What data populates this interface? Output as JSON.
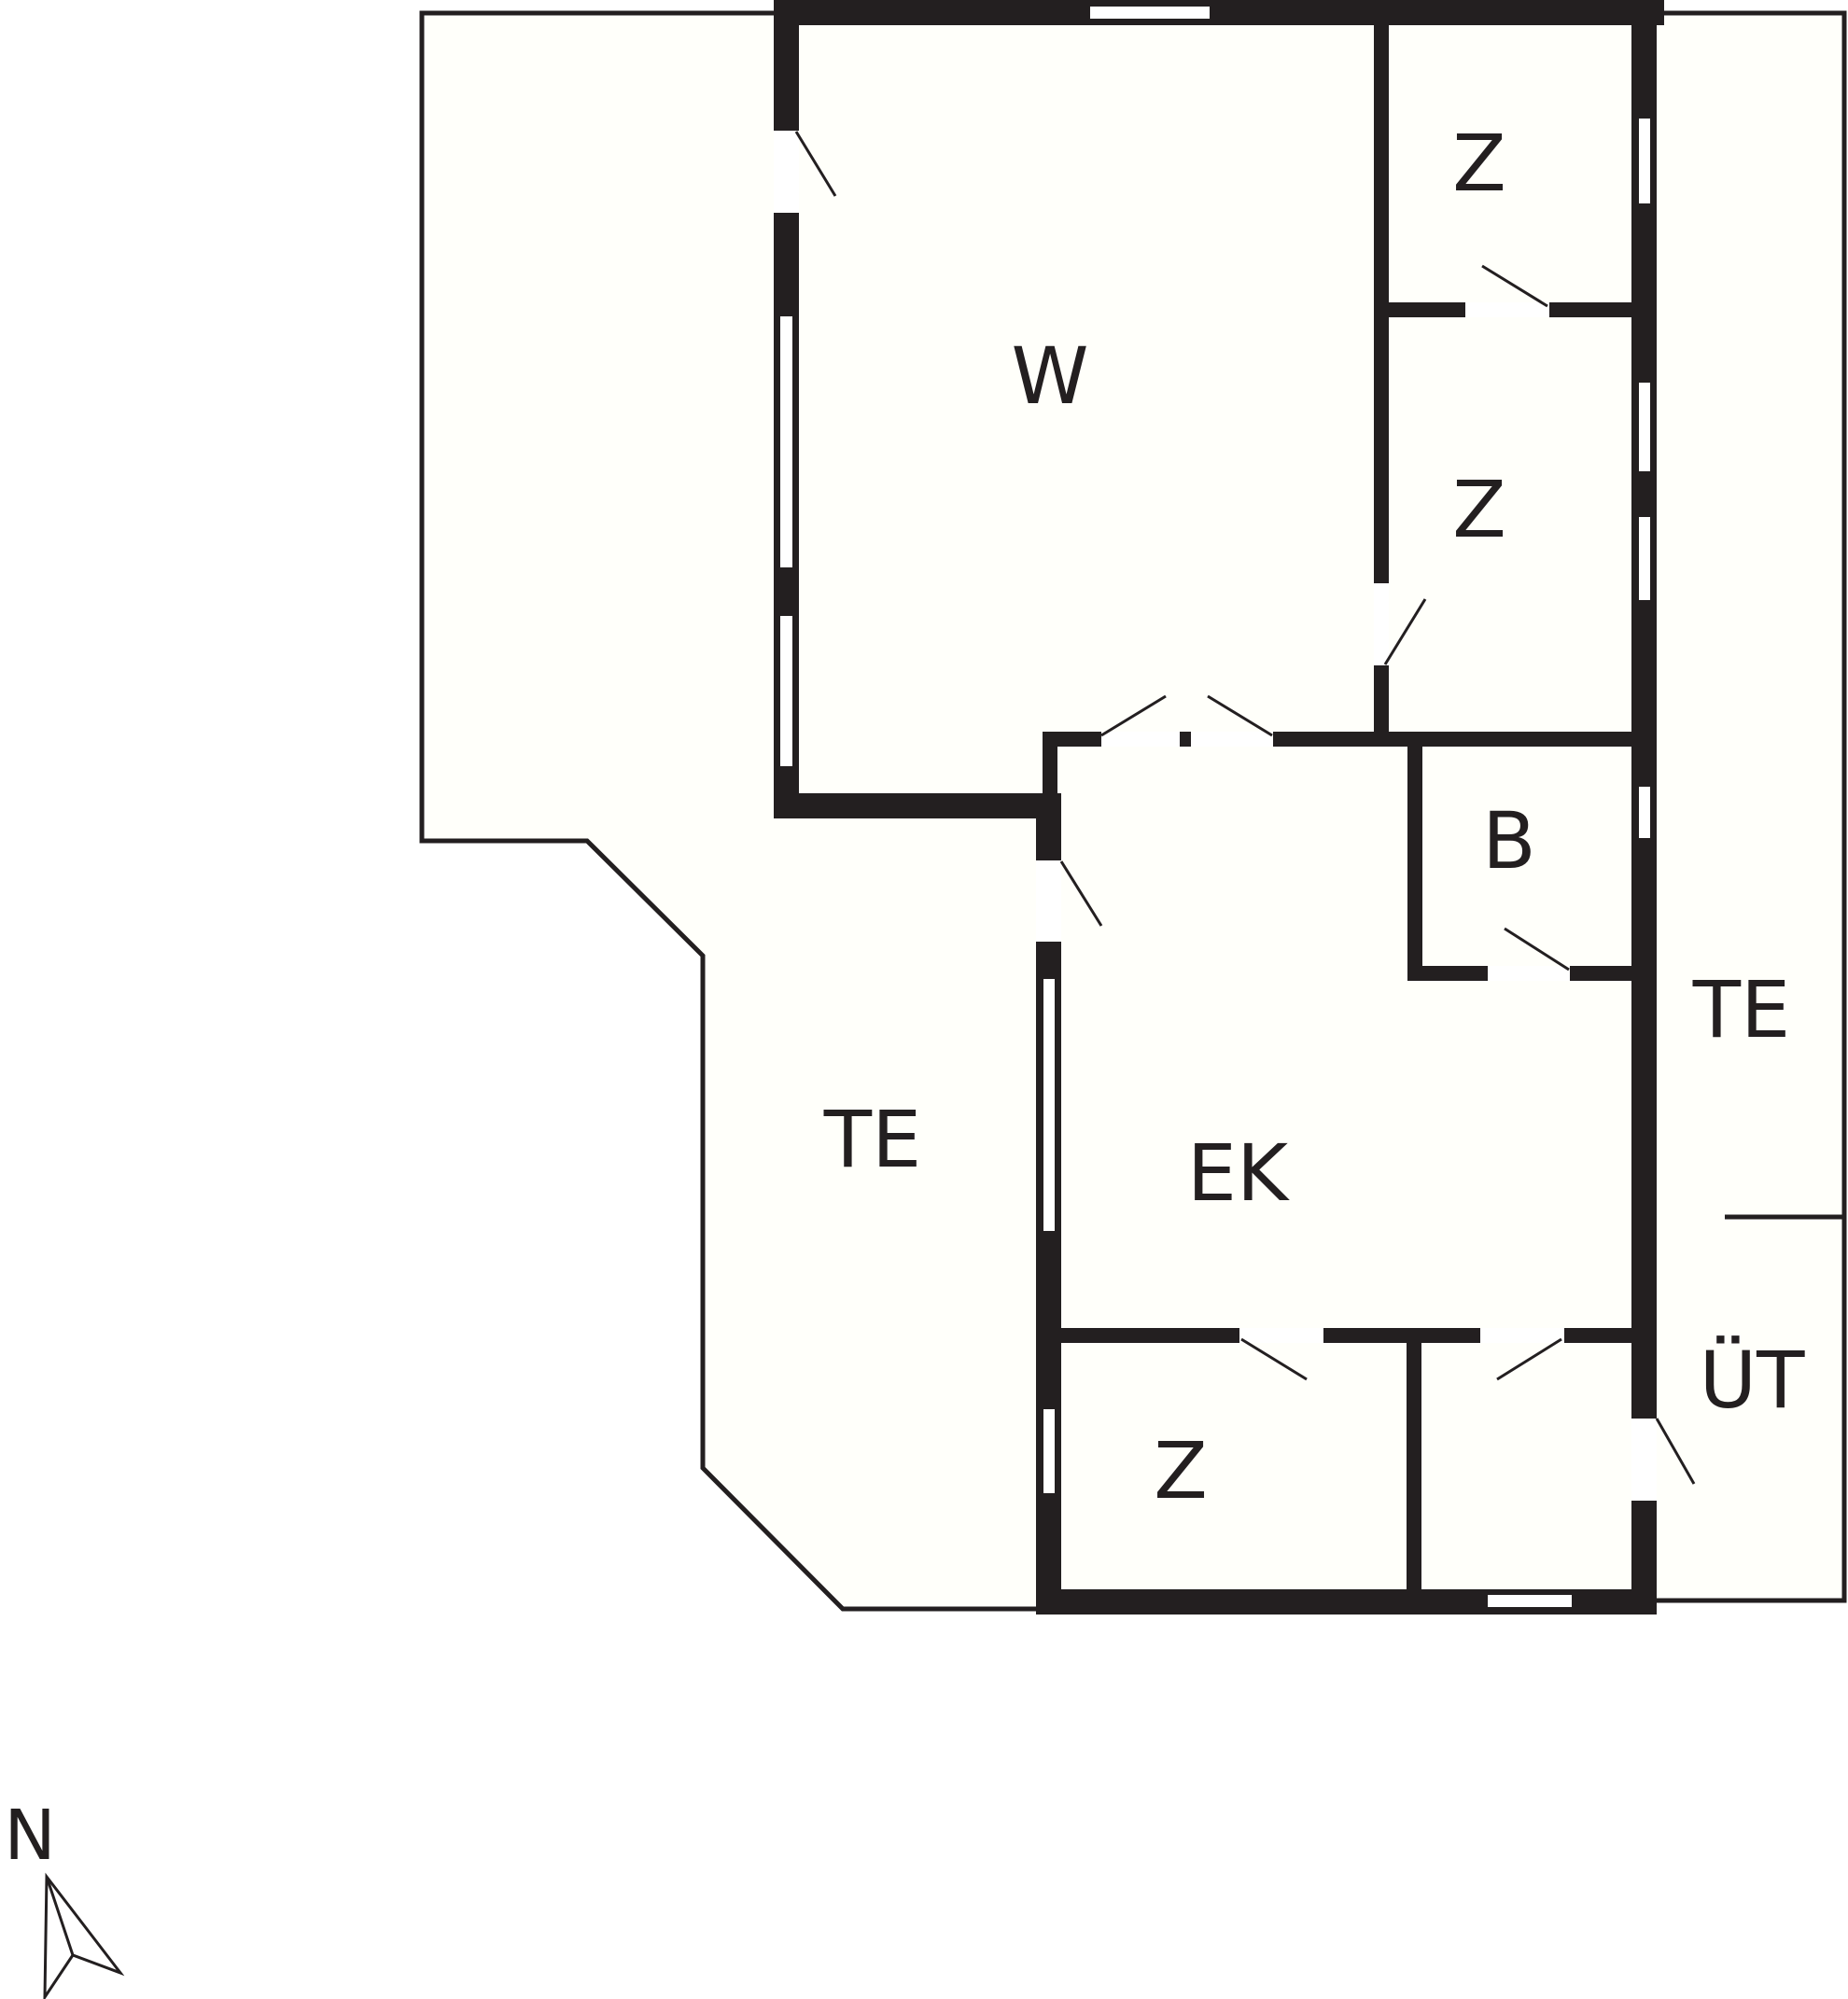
{
  "plan": {
    "rooms": [
      {
        "id": "living",
        "label": "W"
      },
      {
        "id": "bedroom-ne",
        "label": "Z"
      },
      {
        "id": "bedroom-e",
        "label": "Z"
      },
      {
        "id": "bathroom",
        "label": "B"
      },
      {
        "id": "kitchen",
        "label": "EK"
      },
      {
        "id": "bedroom-s",
        "label": "Z"
      },
      {
        "id": "terrace-west",
        "label": "TE"
      },
      {
        "id": "terrace-east",
        "label": "TE"
      },
      {
        "id": "passage",
        "label": "ÜT"
      }
    ],
    "compass": {
      "label": "N"
    }
  },
  "colors": {
    "wall": "#231f20",
    "floor": "#fffffa",
    "window": "#ffffff",
    "background": "#ffffff"
  }
}
